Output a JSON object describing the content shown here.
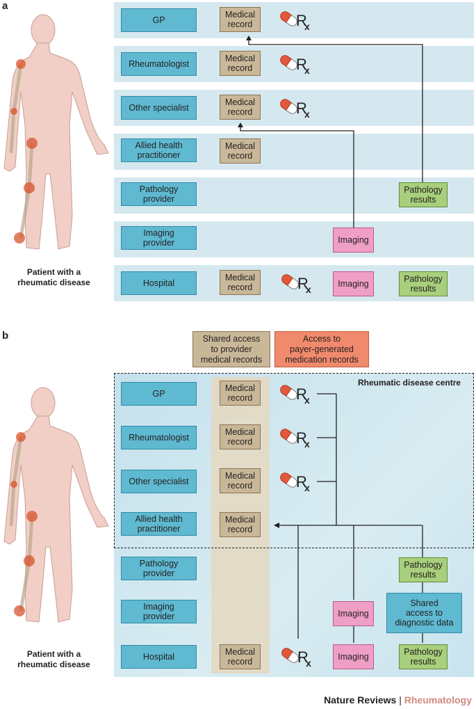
{
  "panel_a": {
    "label": "a",
    "patient_caption": [
      "Patient with a",
      "rheumatic disease"
    ],
    "rows": [
      {
        "provider": [
          "GP"
        ],
        "record": [
          "Medical",
          "record"
        ],
        "rx": true
      },
      {
        "provider": [
          "Rheumatologist"
        ],
        "record": [
          "Medical",
          "record"
        ],
        "rx": true
      },
      {
        "provider": [
          "Other specialist"
        ],
        "record": [
          "Medical",
          "record"
        ],
        "rx": true
      },
      {
        "provider": [
          "Allied health",
          "practitioner"
        ],
        "record": [
          "Medical",
          "record"
        ],
        "rx": false
      },
      {
        "provider": [
          "Pathology",
          "provider"
        ],
        "pathology": [
          "Pathology",
          "results"
        ]
      },
      {
        "provider": [
          "Imaging",
          "provider"
        ],
        "imaging": "Imaging"
      },
      {
        "provider": [
          "Hospital"
        ],
        "record": [
          "Medical",
          "record"
        ],
        "rx": true,
        "imaging": "Imaging",
        "pathology": [
          "Pathology",
          "results"
        ]
      }
    ]
  },
  "panel_b": {
    "label": "b",
    "patient_caption": [
      "Patient with a",
      "rheumatic disease"
    ],
    "legend_shared": [
      "Shared access",
      "to provider",
      "medical records"
    ],
    "legend_payer": [
      "Access to",
      "payer-generated",
      "medication records"
    ],
    "centre_label": "Rheumatic disease centre",
    "shared_diag": [
      "Shared",
      "access to",
      "diagnostic data"
    ],
    "rows": [
      {
        "provider": [
          "GP"
        ],
        "record": [
          "Medical",
          "record"
        ],
        "rx": true
      },
      {
        "provider": [
          "Rheumatologist"
        ],
        "record": [
          "Medical",
          "record"
        ],
        "rx": true
      },
      {
        "provider": [
          "Other specialist"
        ],
        "record": [
          "Medical",
          "record"
        ],
        "rx": true
      },
      {
        "provider": [
          "Allied health",
          "practitioner"
        ],
        "record": [
          "Medical",
          "record"
        ]
      },
      {
        "provider": [
          "Pathology",
          "provider"
        ],
        "pathology": [
          "Pathology",
          "results"
        ]
      },
      {
        "provider": [
          "Imaging",
          "provider"
        ],
        "imaging": "Imaging"
      },
      {
        "provider": [
          "Hospital"
        ],
        "record": [
          "Medical",
          "record"
        ],
        "rx": true,
        "imaging": "Imaging",
        "pathology": [
          "Pathology",
          "results"
        ]
      }
    ]
  },
  "rx_text": "R",
  "rx_sub": "x",
  "footer": {
    "journal": "Nature Reviews",
    "separator": "|",
    "section": "Rheumatology"
  },
  "colors": {
    "provider": "#5fb9d1",
    "record": "#c9b898",
    "imaging": "#ef9fc6",
    "pathology": "#a8cf7c",
    "lane": "#d5e8ef",
    "legend_payer": "#f08a6c",
    "footer_accent": "#d08a80"
  },
  "icons": [
    "body-figure-icon",
    "pill-capsule-icon"
  ]
}
